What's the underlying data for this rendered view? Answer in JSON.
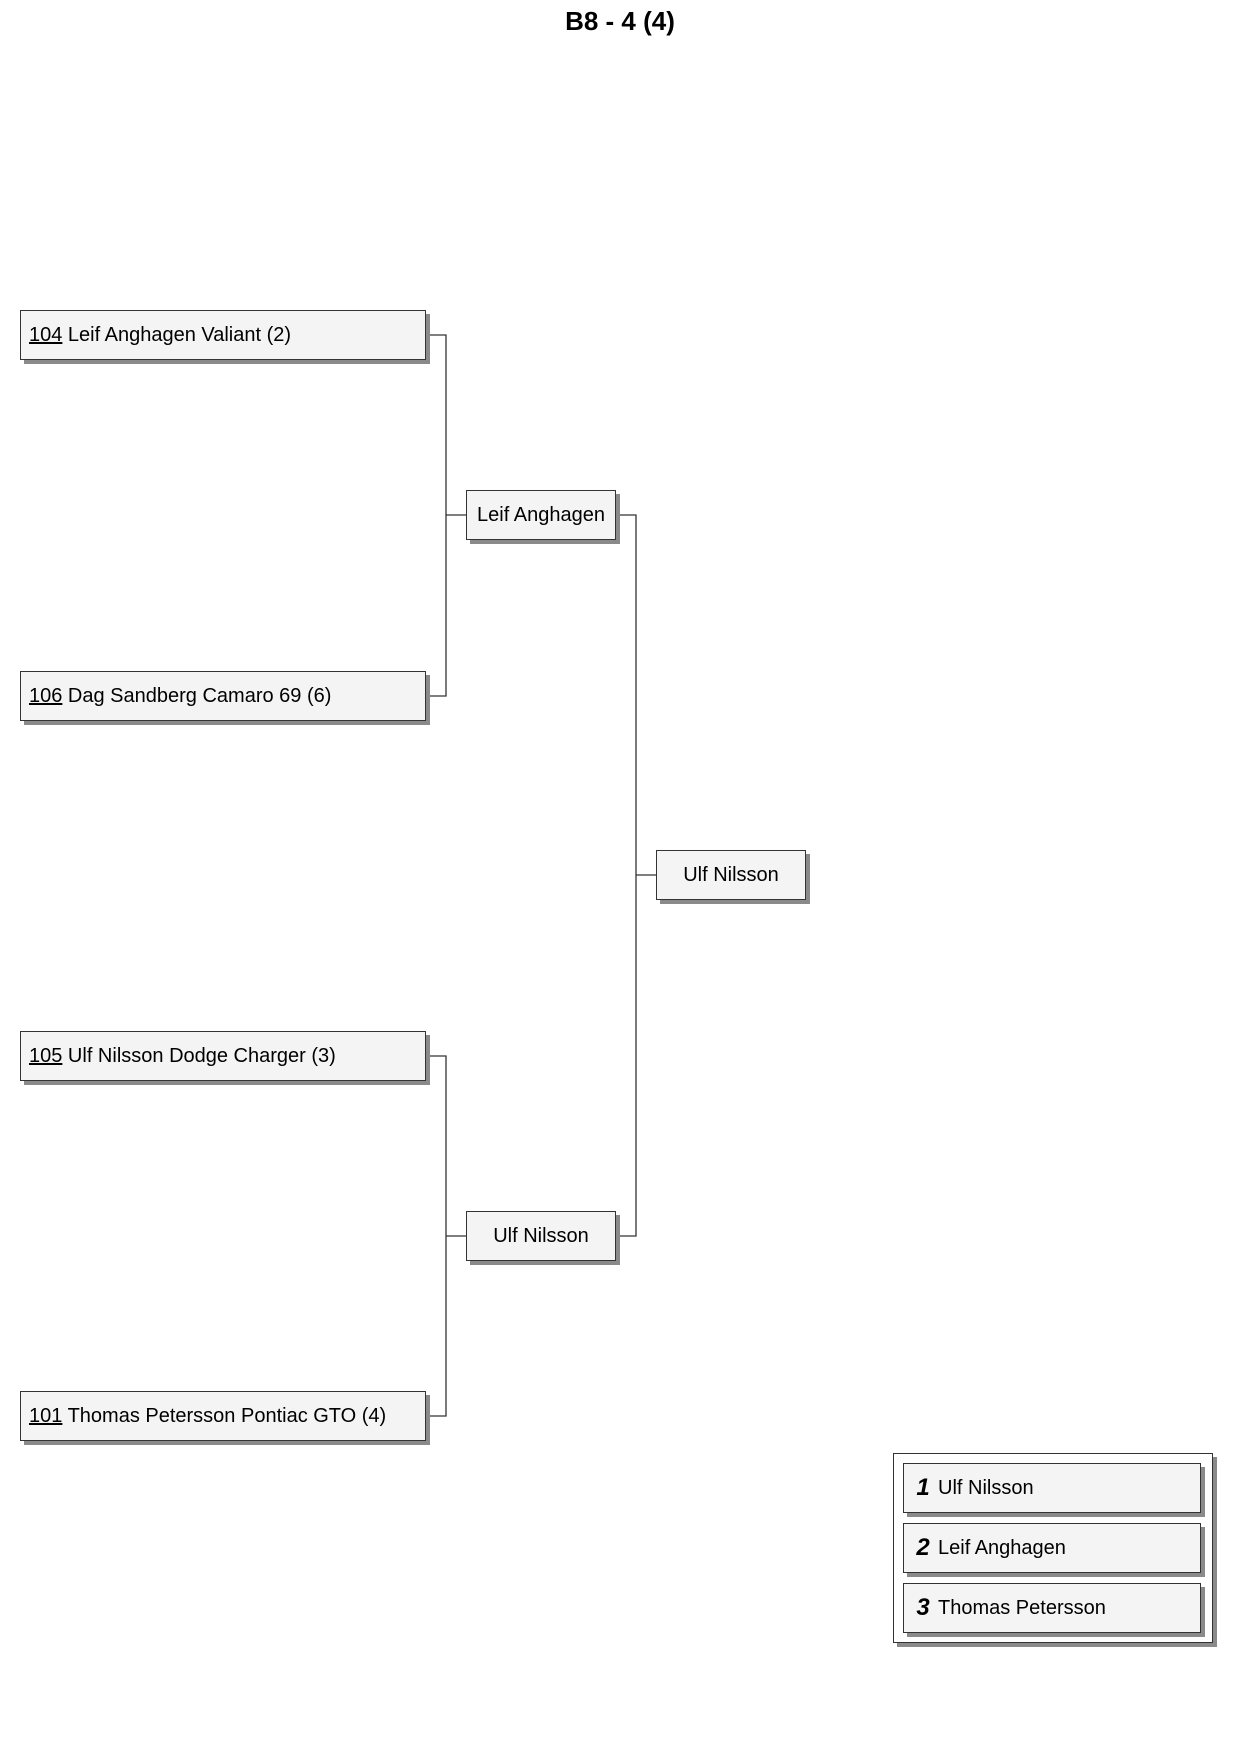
{
  "title": "B8 - 4 (4)",
  "round1": [
    {
      "seed": "104",
      "text": " Leif Anghagen Valiant (2)"
    },
    {
      "seed": "106",
      "text": " Dag Sandberg Camaro 69 (6)"
    },
    {
      "seed": "105",
      "text": " Ulf Nilsson Dodge Charger (3)"
    },
    {
      "seed": "101",
      "text": " Thomas Petersson Pontiac GTO (4)"
    }
  ],
  "round2": [
    "Leif Anghagen",
    "Ulf Nilsson"
  ],
  "final": "Ulf Nilsson",
  "standings": [
    {
      "rank": "1",
      "name": "Ulf Nilsson"
    },
    {
      "rank": "2",
      "name": "Leif Anghagen"
    },
    {
      "rank": "3",
      "name": "Thomas Petersson"
    }
  ]
}
